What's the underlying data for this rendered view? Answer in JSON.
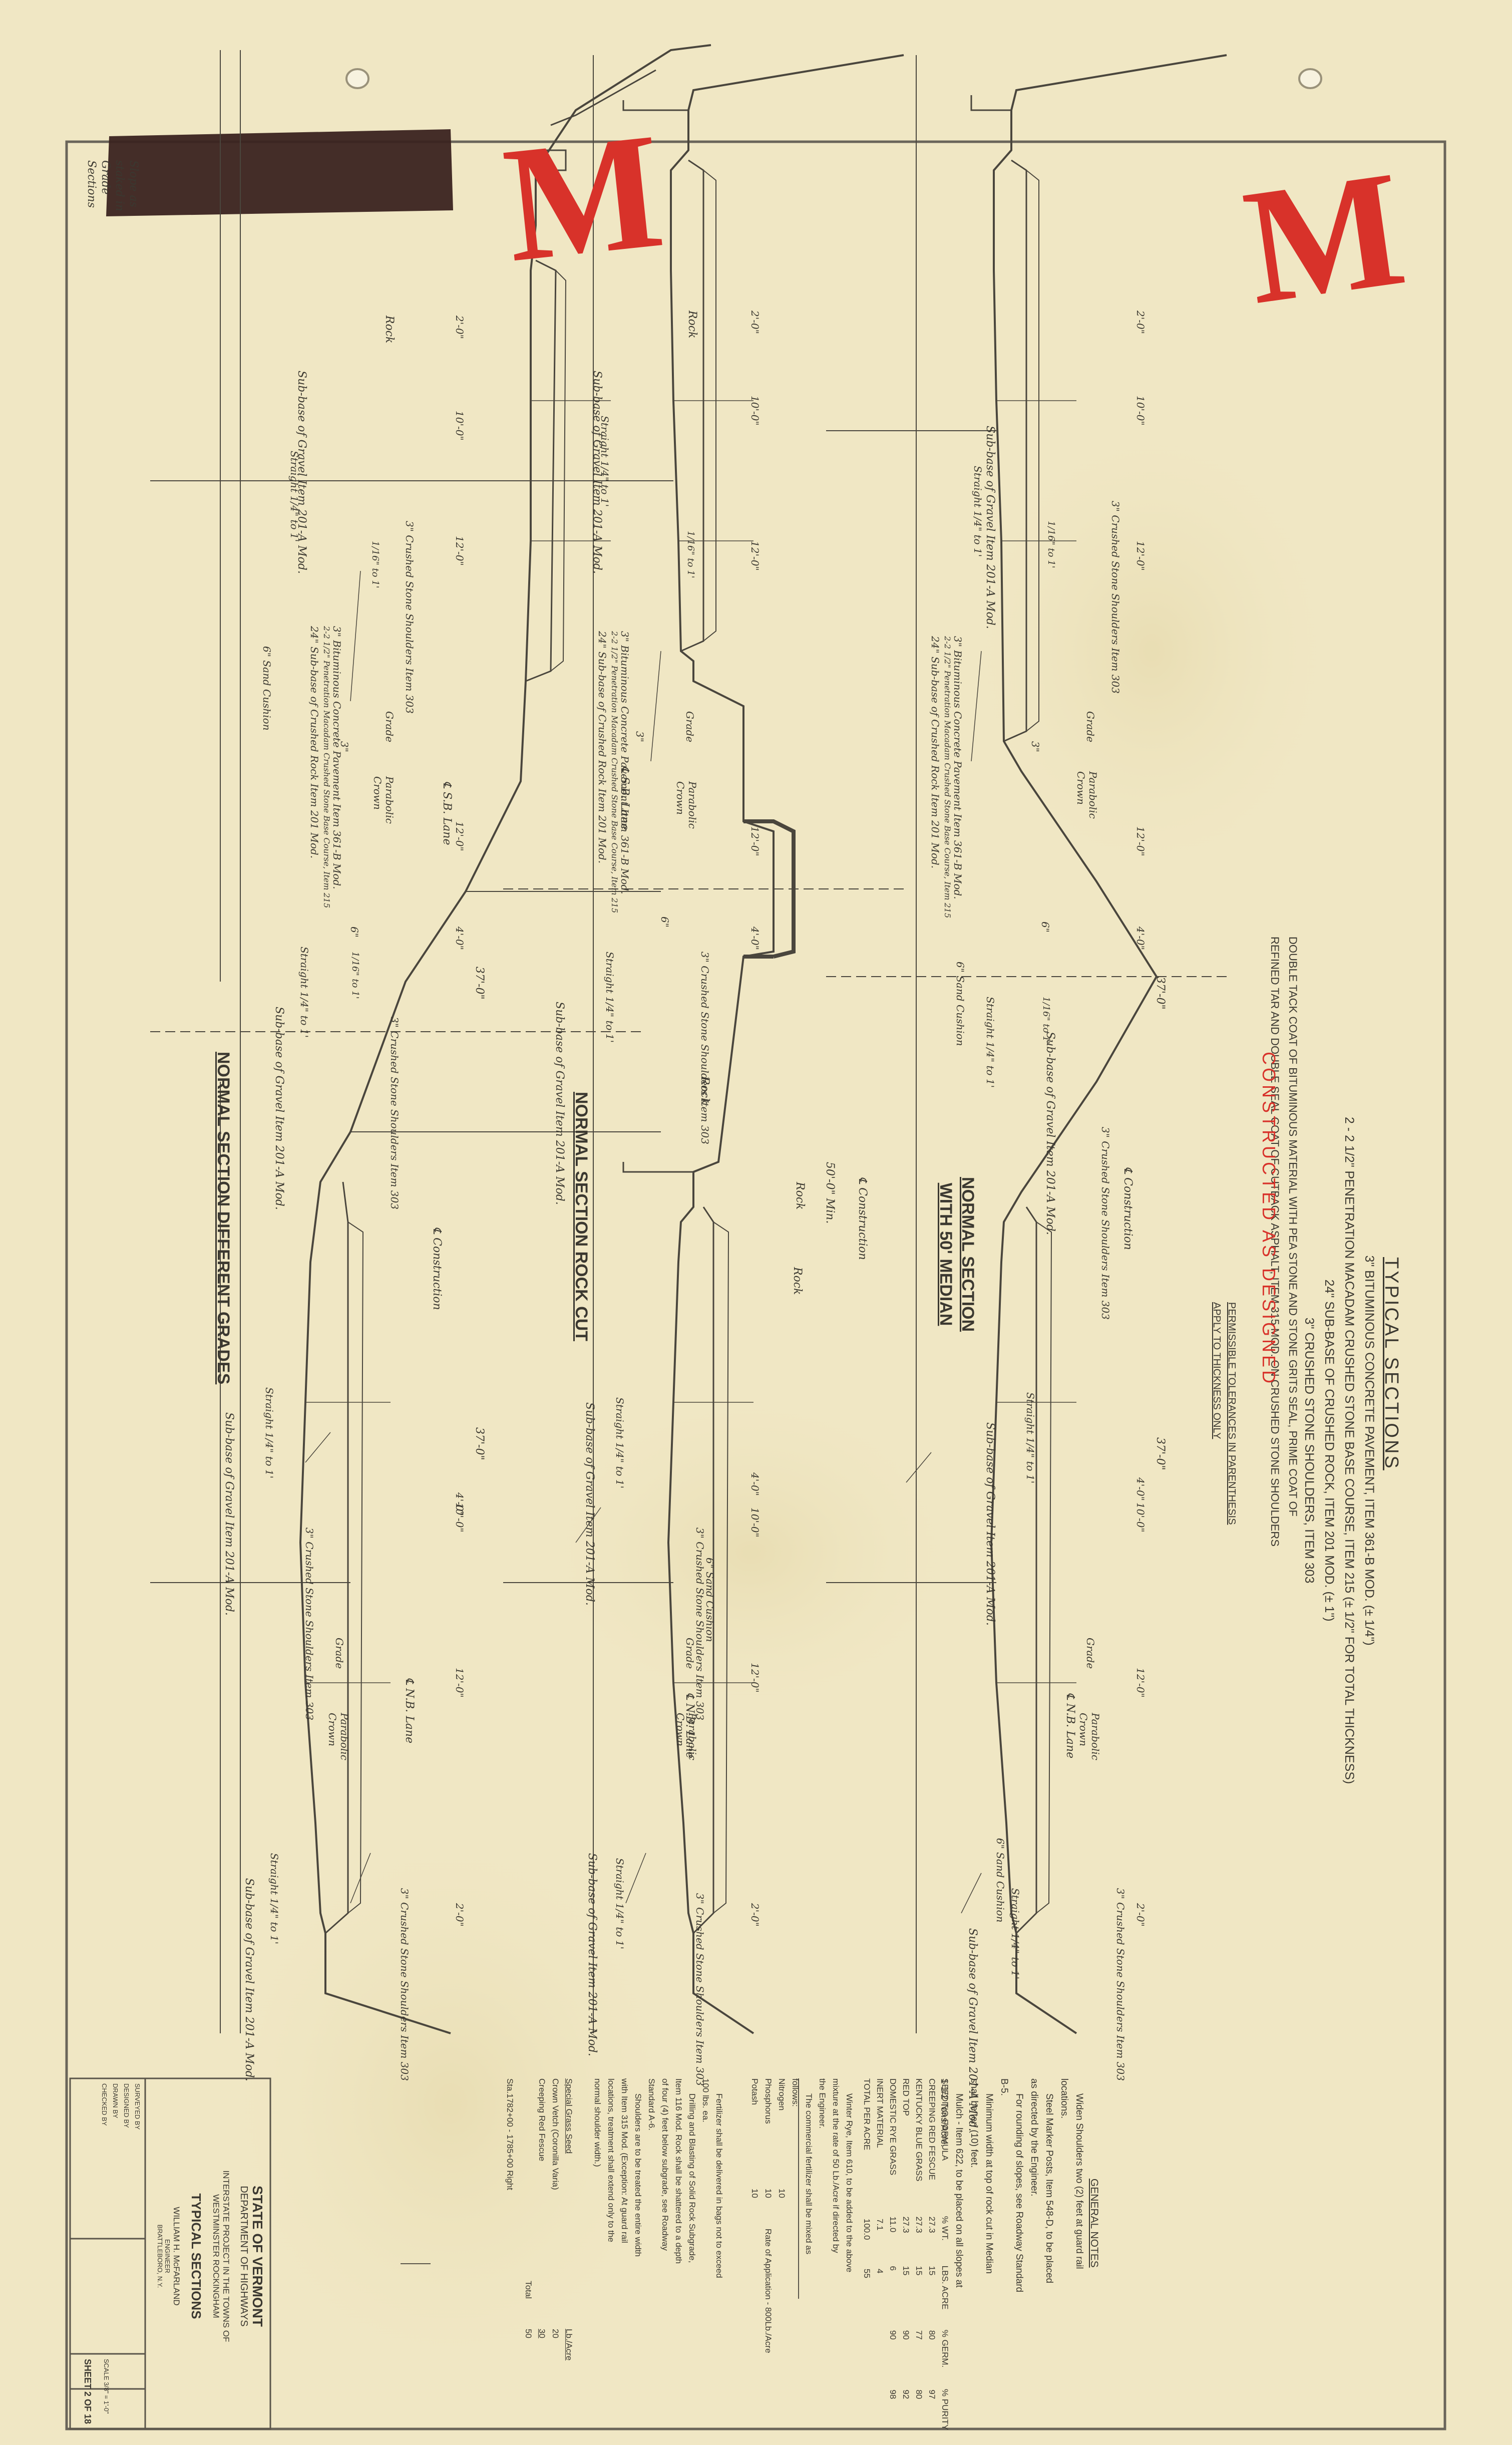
{
  "red_marks": {
    "left": "M",
    "right": "M"
  },
  "header": {
    "title": "TYPICAL SECTIONS",
    "lines": [
      "3\" BITUMINOUS CONCRETE PAVEMENT, ITEM 361-B MOD. (± 1/4\")",
      "2 - 2 1/2\" PENETRATION MACADAM CRUSHED STONE BASE COURSE, ITEM 215 (± 1/2\" FOR TOTAL THICKNESS)",
      "24\" SUB-BASE OF CRUSHED ROCK, ITEM 201 MOD. (± 1\")",
      "3\" CRUSHED STONE SHOULDERS, ITEM 303"
    ],
    "tack_coat": [
      "DOUBLE TACK COAT OF BITUMINOUS MATERIAL WITH PEA STONE AND STONE GRITS SEAL, PRIME COAT OF",
      "REFINED TAR AND DOUBLE SEAL COAT OF CUTBACK ASPHALT, ITEM 315 MOD. ON CRUSHED STONE SHOULDERS"
    ],
    "tolerance_note": [
      "PERMISSIBLE TOLERANCES IN PARENTHESIS",
      "APPLY TO THICKNESS ONLY"
    ],
    "constructed_stamp": "CONSTRUCTED AS DESIGNED"
  },
  "sections": {
    "median": [
      "NORMAL SECTION",
      "WITH 50' MEDIAN"
    ],
    "rock_cut": "NORMAL SECTION ROCK CUT",
    "different_grades": "NORMAL SECTION DIFFERENT GRADES"
  },
  "labels": {
    "subbase_gravel": "Sub-base of Gravel Item 201-A Mod.",
    "crushed_stone_shoulders": "3\" Crushed Stone Shoulders Item 303",
    "bit_concrete": "3\" Bituminous Concrete Pavement Item 361-B Mod.",
    "penetration_macadam": "2-2 1/2\" Penetration Macadam Crushed Stone Base Course, Item 215",
    "subbase_crushed_rock": "24\" Sub-base of Crushed Rock Item 201 Mod.",
    "sand_cushion": "6\" Sand Cushion",
    "grade": "Grade",
    "parabolic_crown": "Parabolic Crown",
    "sb_lane": "℄ S.B. Lane",
    "nb_lane": "℄ N.B. Lane",
    "construction": "℄ Construction",
    "rock": "Rock",
    "slope_as_staked": "Slope as staked in Grade Sections",
    "straight": "Straight 1/4\" to 1'",
    "slope_16": "1/16\" to 1'",
    "dim_37": "37'-0\"",
    "dim_12": "12'-0\"",
    "dim_10": "10'-0\"",
    "dim_4": "4'-0\"",
    "dim_2": "2'-0\"",
    "dim_3": "3\"",
    "median_width": "50'-0\" Min.",
    "dim_6": "6\""
  },
  "general_notes": {
    "title": "GENERAL NOTES",
    "lines": [
      "Widen Shoulders two (2) feet at guard rail",
      "locations.",
      "Steel Marker Posts, Item 548-D, to be placed",
      "as directed by the Engineer.",
      "For rounding of slopes, see Roadway Standard",
      "B-5.",
      "Minimum width at top of rock cut in Median",
      "shall be ten (10) feet.",
      "Mulch - Item 622, to be placed on all slopes at",
      "1 1/2 Tons/Acre."
    ],
    "seeding_title": "SEEDING FORMULA",
    "seeding_headers": [
      "% WT.",
      "LBS. ACRE",
      "% GERM.",
      "% PURITY"
    ],
    "seeding_rows": [
      [
        "CREEPING RED FESCUE",
        "27.3",
        "15",
        "80",
        "97"
      ],
      [
        "KENTUCKY BLUE GRASS",
        "27.3",
        "15",
        "77",
        "80"
      ],
      [
        "RED TOP",
        "27.3",
        "15",
        "90",
        "92"
      ],
      [
        "DOMESTIC RYE GRASS",
        "11.0",
        "6",
        "90",
        "98"
      ],
      [
        "INERT MATERIAL",
        "7.1",
        "4",
        "",
        ""
      ],
      [
        "TOTAL PER ACRE",
        "100.0",
        "55",
        "",
        ""
      ]
    ],
    "winter_lines": [
      "Winter Rye, Item 610, to be added to the above",
      "mixture at the rate of 50 Lb./Acre if directed by",
      "the Engineer.",
      "The commercial fertilizer shall be mixed as",
      "follows:"
    ],
    "fertilizer_rows": [
      [
        "Nitrogen",
        "10"
      ],
      [
        "Phosphorus",
        "10"
      ],
      [
        "Potash",
        "10"
      ]
    ],
    "fertilizer_rate": "Rate of Application - 800Lb./Acre",
    "bag_lines": [
      "Fertilizer shall be delivered in bags not to exceed",
      "100 lbs. ea.",
      "Drilling and Blasting of Solid Rock Subgrade,",
      "Item 116 Mod. Rock shall be shattered to a depth",
      "of four (4) feet below subgrade, see Roadway",
      "Standard A-6.",
      "Shoulders are to be treated the entire width",
      "with Item 315 Mod. (Exception: At guard rail",
      "locations, treatment shall extend only to the",
      "normal shoulder width.)"
    ],
    "special_title": "Special Grass Seed",
    "special_unit": "Lb./Acre",
    "special_rows": [
      [
        "Crown Vetch (Coronilla Varia)",
        "20"
      ],
      [
        "Creeping Red Fescue",
        "30"
      ],
      [
        "Total",
        "50"
      ]
    ],
    "station": "Sta.1782+00 - 1785+00 Right"
  },
  "title_block": {
    "state": "STATE OF VERMONT",
    "department": "DEPARTMENT OF HIGHWAYS",
    "project_lines": [
      "INTERSTATE PROJECT IN THE TOWNS OF",
      "WESTMINSTER    ROCKINGHAM"
    ],
    "sheet_title": "TYPICAL SECTIONS",
    "engineer": "WILLIAM H. McFARLAND",
    "firm": "ENGINEER",
    "city": "BRATTLEBORO, N.Y.",
    "fields": [
      "SURVEYED BY",
      "DESIGNED BY",
      "DRAWN BY",
      "CHECKED BY"
    ],
    "scale": "SCALE 3/8\" = 1'-0\"",
    "sheet_no": "SHEET 2 OF 18"
  }
}
